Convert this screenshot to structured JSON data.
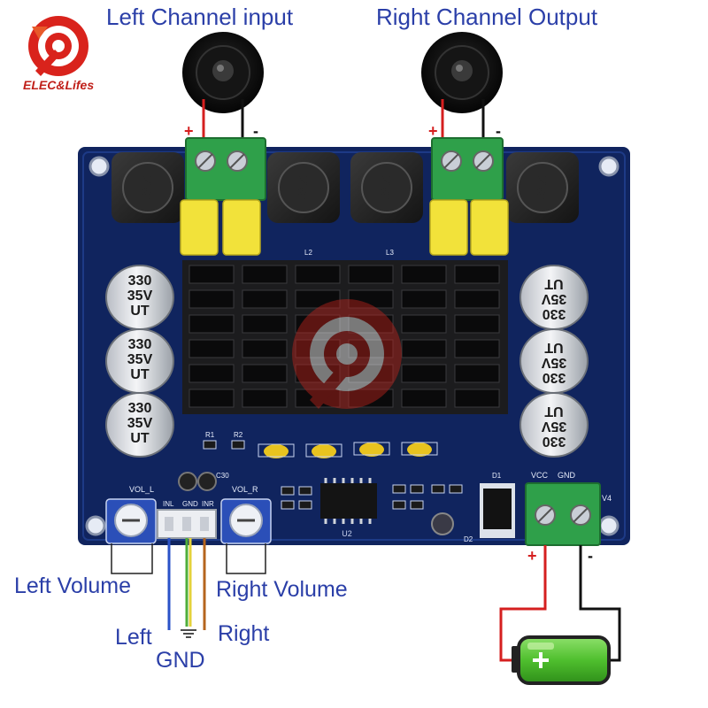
{
  "brand": {
    "name": "ELEC&Lifes"
  },
  "labels": {
    "left_input": "Left Channel input",
    "right_output": "Right Channel Output",
    "left_volume": "Left Volume",
    "right_volume": "Right Volume",
    "left_wire": "Left",
    "gnd_wire": "GND",
    "right_wire": "Right"
  },
  "polarity": {
    "plus": "+",
    "minus": "-"
  },
  "board": {
    "inductor_marking": "330",
    "capacitor_lines": [
      "330",
      "35V",
      "UT"
    ],
    "silkscreen": {
      "vol_l": "VOL_L",
      "vol_r": "VOL_R",
      "inl": "INL",
      "gnd": "GND",
      "inr": "INR",
      "vcc": "VCC",
      "gnd2": "GND",
      "u2": "U2",
      "v4": "V4",
      "l2": "L2",
      "l3": "L3",
      "r1": "R1",
      "r2": "R2",
      "c30": "C30",
      "d1": "D1",
      "d2": "D2"
    }
  },
  "colors": {
    "pcb": "#10245e",
    "heatsink": "#1c1c1e",
    "terminal": "#2fa04a",
    "film_cap": "#f2e23a",
    "label_blue": "#2b3fa8",
    "wire_red": "#d51f1f",
    "wire_black": "#111111",
    "wire_blue": "#2a52c8",
    "wire_green": "#4fae3a",
    "wire_brown": "#b5651d",
    "battery_green": "#5ac43a",
    "brand_red": "#c0201a"
  },
  "icons": [
    "brand-logo-icon",
    "speaker-icon",
    "battery-icon"
  ]
}
